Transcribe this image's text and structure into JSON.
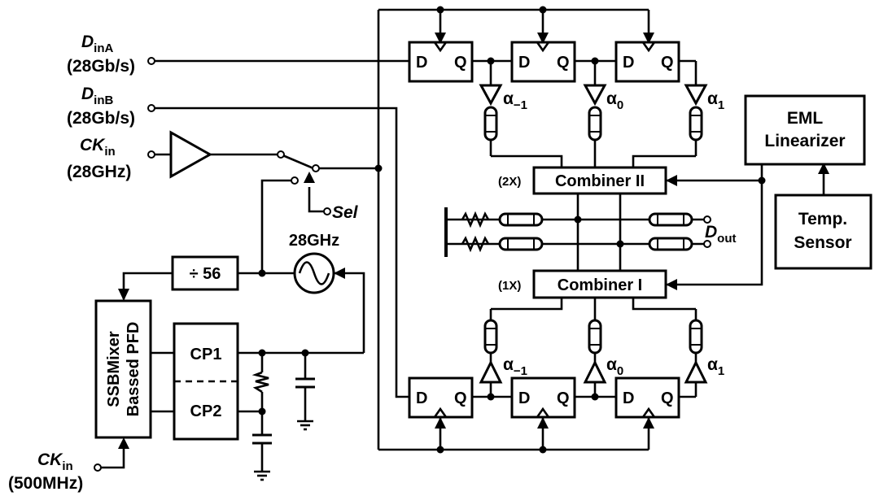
{
  "inputs": {
    "dina": {
      "name": "D",
      "sub": "inA",
      "rate": "(28Gb/s)"
    },
    "dinb": {
      "name": "D",
      "sub": "inB",
      "rate": "(28Gb/s)"
    },
    "ckin": {
      "name": "CK",
      "sub": "in",
      "rate": "(28GHz)"
    },
    "ckin_ref": {
      "name": "CK",
      "sub": "in",
      "rate": "(500MHz)"
    }
  },
  "blocks": {
    "ff_d": "D",
    "ff_q": "Q",
    "divider": "÷ 56",
    "vco_freq": "28GHz",
    "pfd_line1": "SSBMixer",
    "pfd_line2": "Bassed PFD",
    "cp1": "CP1",
    "cp2": "CP2",
    "combiner2": "Combiner II",
    "combiner2_gain": "(2X)",
    "combiner1": "Combiner I",
    "combiner1_gain": "(1X)",
    "eml_line1": "EML",
    "eml_line2": "Linearizer",
    "temp_line1": "Temp.",
    "temp_line2": "Sensor"
  },
  "taps": {
    "alpha": "α",
    "sub_m1": "−1",
    "sub_0": "0",
    "sub_1": "1"
  },
  "controls": {
    "sel": "Sel"
  },
  "outputs": {
    "dout": {
      "name": "D",
      "sub": "out"
    }
  }
}
